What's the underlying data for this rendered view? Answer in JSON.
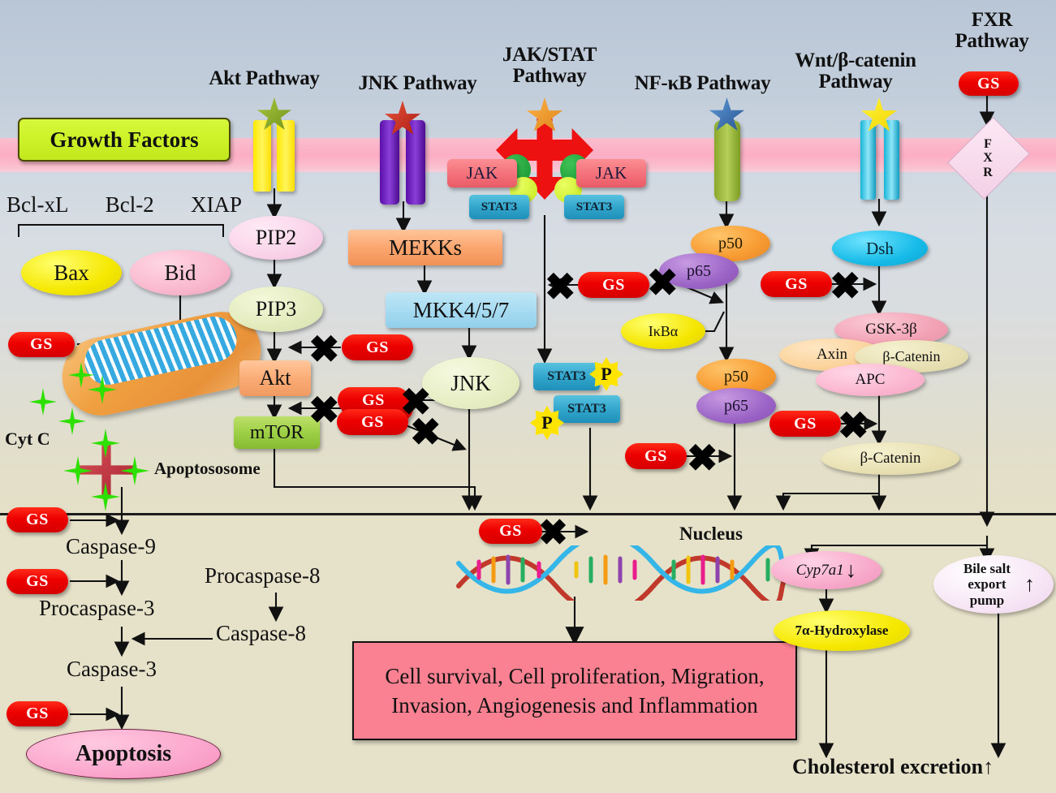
{
  "diagram": {
    "title_pathways": [
      {
        "id": "akt",
        "label": "Akt Pathway"
      },
      {
        "id": "jnk",
        "label": "JNK Pathway"
      },
      {
        "id": "jakstat",
        "label": "JAK/STAT Pathway"
      },
      {
        "id": "nfkb",
        "label": "NF-κB Pathway"
      },
      {
        "id": "wnt",
        "label": "Wnt/β-catenin Pathway"
      },
      {
        "id": "fxr",
        "label": "FXR Pathway"
      }
    ],
    "growth_factors": "Growth Factors",
    "inhibitor_label": "GS",
    "nucleus_label": "Nucleus",
    "apoptosome_label": "Apoptososome",
    "cytc_label": "Cyt C",
    "antiapoptotic": [
      "Bcl-xL",
      "Bcl-2",
      "XIAP"
    ],
    "nodes": {
      "bax": "Bax",
      "bid": "Bid",
      "pip2": "PIP2",
      "pip3": "PIP3",
      "akt": "Akt",
      "mtor": "mTOR",
      "mekks": "MEKKs",
      "mkk": "MKK4/5/7",
      "jnk": "JNK",
      "jak_left": "JAK",
      "jak_right": "JAK",
      "stat3_recept_left": "STAT3",
      "stat3_recept_right": "STAT3",
      "stat3_dimer_top": "STAT3",
      "stat3_dimer_bottom": "STAT3",
      "phospho": "P",
      "p50_top": "p50",
      "p65_top": "p65",
      "ikba": "IκBα",
      "p50_bottom": "p50",
      "p65_bottom": "p65",
      "dsh": "Dsh",
      "gsk3b": "GSK-3β",
      "axin": "Axin",
      "bcatenin_complex": "β-Catenin",
      "apc": "APC",
      "bcatenin_free": "β-Catenin",
      "fxr": [
        "F",
        "X",
        "R"
      ],
      "caspase9": "Caspase-9",
      "procaspase3": "Procaspase-3",
      "caspase3": "Caspase-3",
      "apoptosis": "Apoptosis",
      "procaspase8": "Procaspase-8",
      "caspase8": "Caspase-8",
      "cyp7a1": "Cyp7a1",
      "hydroxylase": "7α-Hydroxylase",
      "bile_pump": "Bile salt export pump",
      "cholesterol": "Cholesterol excretion",
      "outcome_box": "Cell survival, Cell proliferation, Migration, Invasion, Angiogenesis  and Inflammation"
    },
    "colors": {
      "inhibitor_red": "#ed0000",
      "membrane_pink": "#fbaec4",
      "growth_factor_green": "#ccf228",
      "outcome_pink": "#fa8191",
      "nucleus_tan": "#e6e1c9",
      "cytosol_blue": "#d2d9e1"
    }
  }
}
